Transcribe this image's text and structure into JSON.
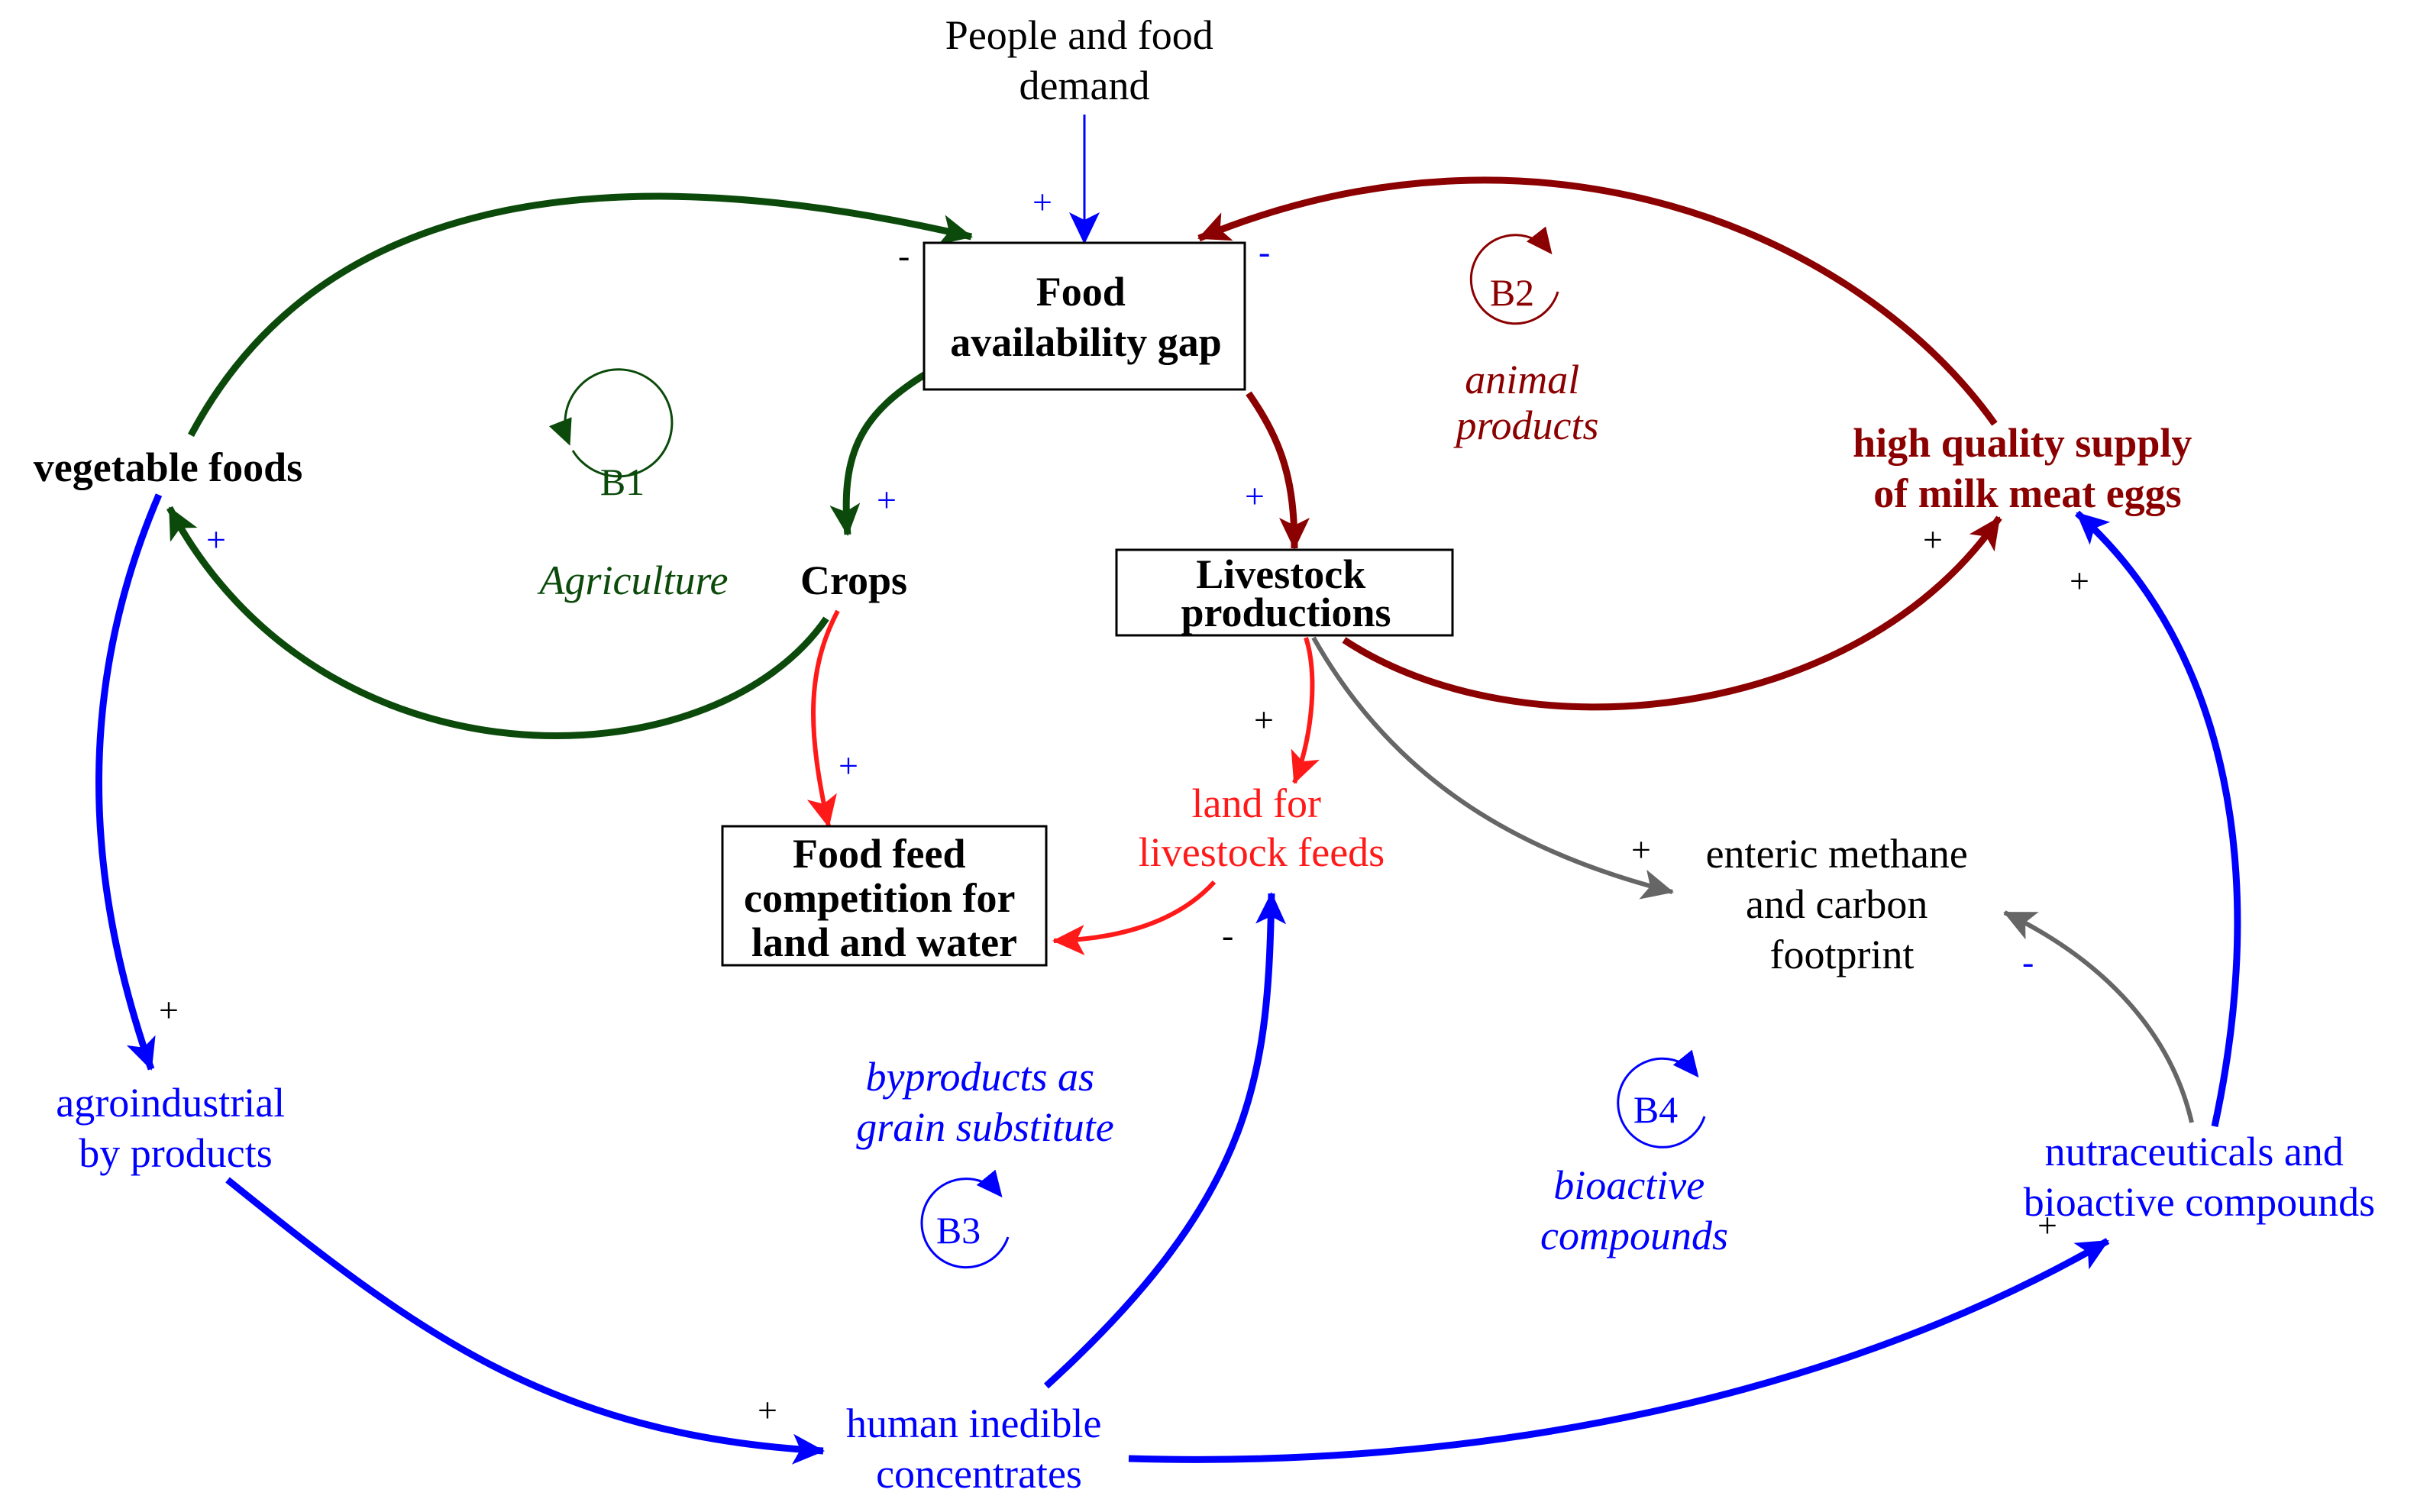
{
  "colors": {
    "dark_green": "#0b4a0b",
    "dark_red": "#8b0000",
    "red": "#ff1a1a",
    "blue": "#0000ff",
    "gray": "#666666",
    "black": "#000000"
  },
  "nodes": {
    "people_demand": [
      "People and food",
      "demand"
    ],
    "food_gap": [
      "Food",
      "availability gap"
    ],
    "vegetable_foods": "vegetable foods",
    "crops": "Crops",
    "livestock": [
      "Livestock",
      "productions"
    ],
    "high_quality": [
      "high quality supply",
      "of milk meat eggs"
    ],
    "food_feed": [
      "Food feed",
      "competition for",
      "land and water"
    ],
    "land_livestock": [
      "land for",
      "livestock feeds"
    ],
    "methane": [
      "enteric methane",
      "and carbon",
      "footprint"
    ],
    "agroindustrial": [
      "agroindustrial",
      "by products"
    ],
    "inedible": [
      "human inedible",
      "concentrates"
    ],
    "nutraceuticals": [
      "nutraceuticals and",
      "bioactive compounds"
    ]
  },
  "loops": {
    "b1": {
      "id": "B1",
      "label": "Agriculture"
    },
    "b2": {
      "id": "B2",
      "label": [
        "animal",
        "products"
      ]
    },
    "b3": {
      "id": "B3",
      "label": [
        "byproducts as",
        "grain substitute"
      ]
    },
    "b4": {
      "id": "B4",
      "label": [
        "bioactive",
        "compounds"
      ]
    }
  },
  "links": [
    {
      "from": "people_demand",
      "to": "food_gap",
      "sign": "+",
      "color": "blue"
    },
    {
      "from": "vegetable_foods",
      "to": "food_gap",
      "sign": "-",
      "color": "dark_green"
    },
    {
      "from": "high_quality",
      "to": "food_gap",
      "sign": "-",
      "color": "dark_red"
    },
    {
      "from": "food_gap",
      "to": "crops",
      "sign": "+",
      "color": "dark_green"
    },
    {
      "from": "crops",
      "to": "vegetable_foods",
      "sign": "+",
      "color": "dark_green"
    },
    {
      "from": "food_gap",
      "to": "livestock",
      "sign": "+",
      "color": "dark_red"
    },
    {
      "from": "livestock",
      "to": "high_quality",
      "sign": "+",
      "color": "dark_red"
    },
    {
      "from": "crops",
      "to": "food_feed",
      "sign": "+",
      "color": "red"
    },
    {
      "from": "livestock",
      "to": "land_livestock",
      "sign": "+",
      "color": "red"
    },
    {
      "from": "land_livestock",
      "to": "food_feed",
      "sign": "",
      "color": "red"
    },
    {
      "from": "livestock",
      "to": "methane",
      "sign": "+",
      "color": "gray"
    },
    {
      "from": "nutraceuticals",
      "to": "methane",
      "sign": "-",
      "color": "gray"
    },
    {
      "from": "vegetable_foods",
      "to": "agroindustrial",
      "sign": "+",
      "color": "blue"
    },
    {
      "from": "agroindustrial",
      "to": "inedible",
      "sign": "+",
      "color": "blue"
    },
    {
      "from": "inedible",
      "to": "land_livestock",
      "sign": "-",
      "color": "blue"
    },
    {
      "from": "inedible",
      "to": "nutraceuticals",
      "sign": "+",
      "color": "blue"
    },
    {
      "from": "nutraceuticals",
      "to": "high_quality",
      "sign": "+",
      "color": "blue"
    }
  ]
}
